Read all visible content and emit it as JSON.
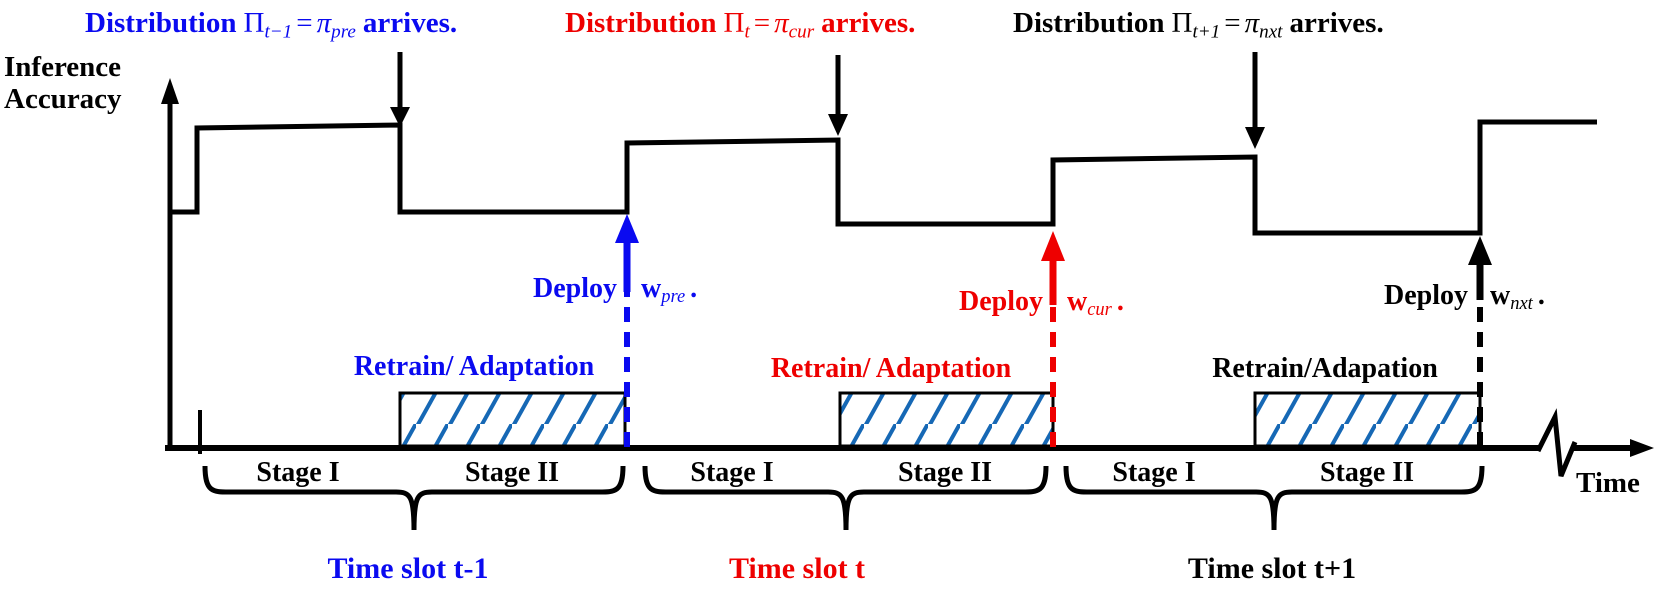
{
  "colors": {
    "blue": "#0a0af0",
    "red": "#ee0000",
    "black": "#000000",
    "hatch_blue": "#1668b5"
  },
  "axis": {
    "y_label_line1": "Inference",
    "y_label_line2": "Accuracy",
    "x_label": "Time"
  },
  "annotations": {
    "dist1": {
      "word1": "Distribution",
      "sym": "Π",
      "sub": "t−1",
      "eq": "=",
      "pi": "π",
      "pisub": "pre",
      "word2": "arrives."
    },
    "dist2": {
      "word1": "Distribution",
      "sym": "Π",
      "sub": "t",
      "eq": "=",
      "pi": "π",
      "pisub": "cur",
      "word2": "arrives."
    },
    "dist3": {
      "word1": "Distribution",
      "sym": "Π",
      "sub": "t+1",
      "eq": "=",
      "pi": "π",
      "pisub": "nxt",
      "word2": "arrives."
    },
    "deploy1": {
      "word": "Deploy",
      "w": "w",
      "sub": "pre",
      "period": "."
    },
    "deploy2": {
      "word": "Deploy",
      "w": "w",
      "sub": "cur",
      "period": "."
    },
    "deploy3": {
      "word": "Deploy",
      "w": "w",
      "sub": "nxt",
      "period": "."
    },
    "retrain1": {
      "label": "Retrain/ Adaptation"
    },
    "retrain2": {
      "label": "Retrain/ Adaptation"
    },
    "retrain3": {
      "label": "Retrain/Adapation"
    }
  },
  "stages": {
    "stage1": "Stage I",
    "stage2": "Stage II"
  },
  "timeslots": {
    "slot1": "Time slot t-1",
    "slot2": "Time slot t",
    "slot3": "Time slot t+1"
  }
}
